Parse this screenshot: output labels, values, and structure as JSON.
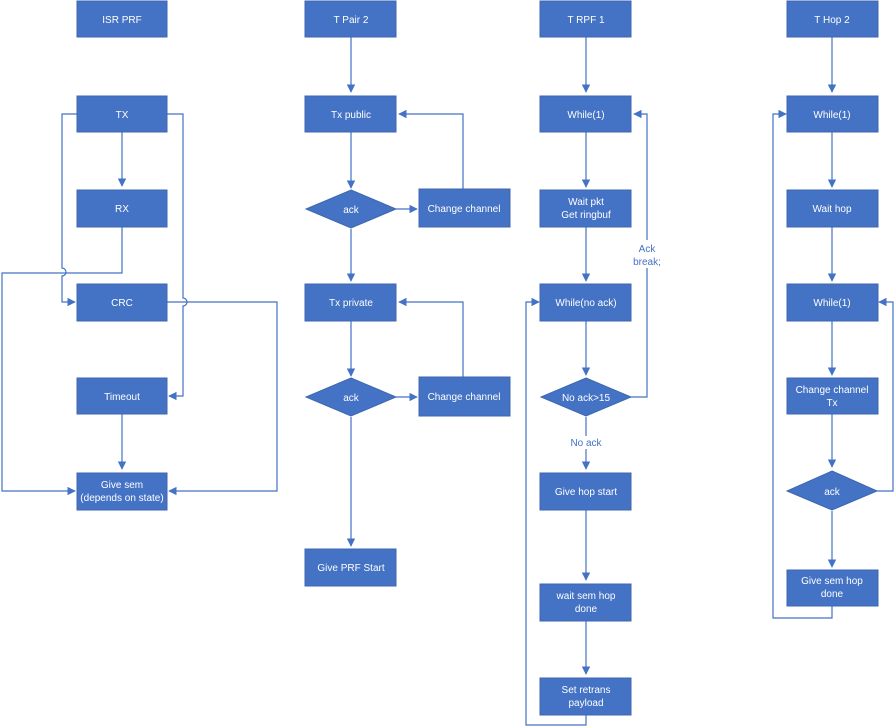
{
  "colors": {
    "fill": "#4472c4",
    "line": "#4472c4",
    "text": "#ffffff",
    "label": "#4472c4"
  },
  "columns": {
    "isr_prf": {
      "title": "ISR PRF",
      "tx": "TX",
      "rx": "RX",
      "crc": "CRC",
      "timeout": "Timeout",
      "give_sem": [
        "Give sem",
        "(depends on state)"
      ]
    },
    "t_pair2": {
      "title": "T Pair 2",
      "tx_public": "Tx public",
      "ack1": "ack",
      "change_channel1": "Change channel",
      "tx_private": "Tx private",
      "ack2": "ack",
      "change_channel2": "Change channel",
      "give_prf_start": "Give PRF Start"
    },
    "t_rpf1": {
      "title": "T RPF 1",
      "while1": "While(1)",
      "wait_pkt": [
        "Wait pkt",
        "Get ringbuf"
      ],
      "while_no_ack": "While(no ack)",
      "no_ack_15": "No ack>15",
      "give_hop_start": "Give hop start",
      "wait_sem_hop_done": [
        "wait sem hop",
        "done"
      ],
      "set_retrans_payload": [
        "Set retrans",
        "payload"
      ],
      "label_ack_break": [
        "Ack",
        "break;"
      ],
      "label_no_ack": "No ack"
    },
    "t_hop2": {
      "title": "T Hop 2",
      "while1_a": "While(1)",
      "wait_hop": "Wait hop",
      "while1_b": "While(1)",
      "change_channel_tx": [
        "Change channel",
        "Tx"
      ],
      "ack": "ack",
      "give_sem_hop_done": [
        "Give sem hop",
        "done"
      ]
    }
  }
}
